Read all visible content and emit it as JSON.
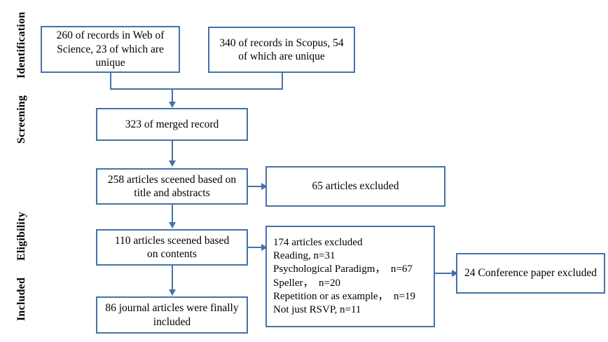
{
  "diagram": {
    "type": "prisma-flow-diagram",
    "accent_color": "#4472a8",
    "text_color": "#000000",
    "background_color": "#ffffff"
  },
  "stages": [
    {
      "id": "identification",
      "label": "Identification"
    },
    {
      "id": "screening",
      "label": "Screening"
    },
    {
      "id": "eligibility",
      "label": "Eligibility"
    },
    {
      "id": "included",
      "label": "Included"
    }
  ],
  "nodes": {
    "web_of_science": {
      "label": "260 of records in Web of\nScience, 23 of which are\nunique",
      "count": 260,
      "unique": 23
    },
    "scopus": {
      "label": "340 of records in Scopus, 54\nof which are unique",
      "count": 340,
      "unique": 54
    },
    "merged": {
      "label": "323 of merged record",
      "count": 323
    },
    "screened_title_abstract": {
      "label": "258 articles sceened based on\ntitle and abstracts",
      "count": 258
    },
    "excluded_title_abstract": {
      "label": "65 articles excluded",
      "count": 65
    },
    "screened_contents": {
      "label": "110 articles sceened based\non contents",
      "count": 110
    },
    "excluded_contents": {
      "label": "174 articles excluded\nReading, n=31\nPsychological Paradigm，　n=67\nSpeller，　n=20\nRepetition or as example，　n=19\nNot just RSVP, n=11",
      "count": 174,
      "reasons": [
        {
          "reason": "Reading",
          "n": 31
        },
        {
          "reason": "Psychological Paradigm",
          "n": 67
        },
        {
          "reason": "Speller",
          "n": 20
        },
        {
          "reason": "Repetition or as example",
          "n": 19
        },
        {
          "reason": "Not just RSVP",
          "n": 11
        }
      ]
    },
    "excluded_conference": {
      "label": "24 Conference paper excluded",
      "count": 24
    },
    "final_included": {
      "label": "86 journal articles were finally\nincluded",
      "count": 86
    }
  }
}
